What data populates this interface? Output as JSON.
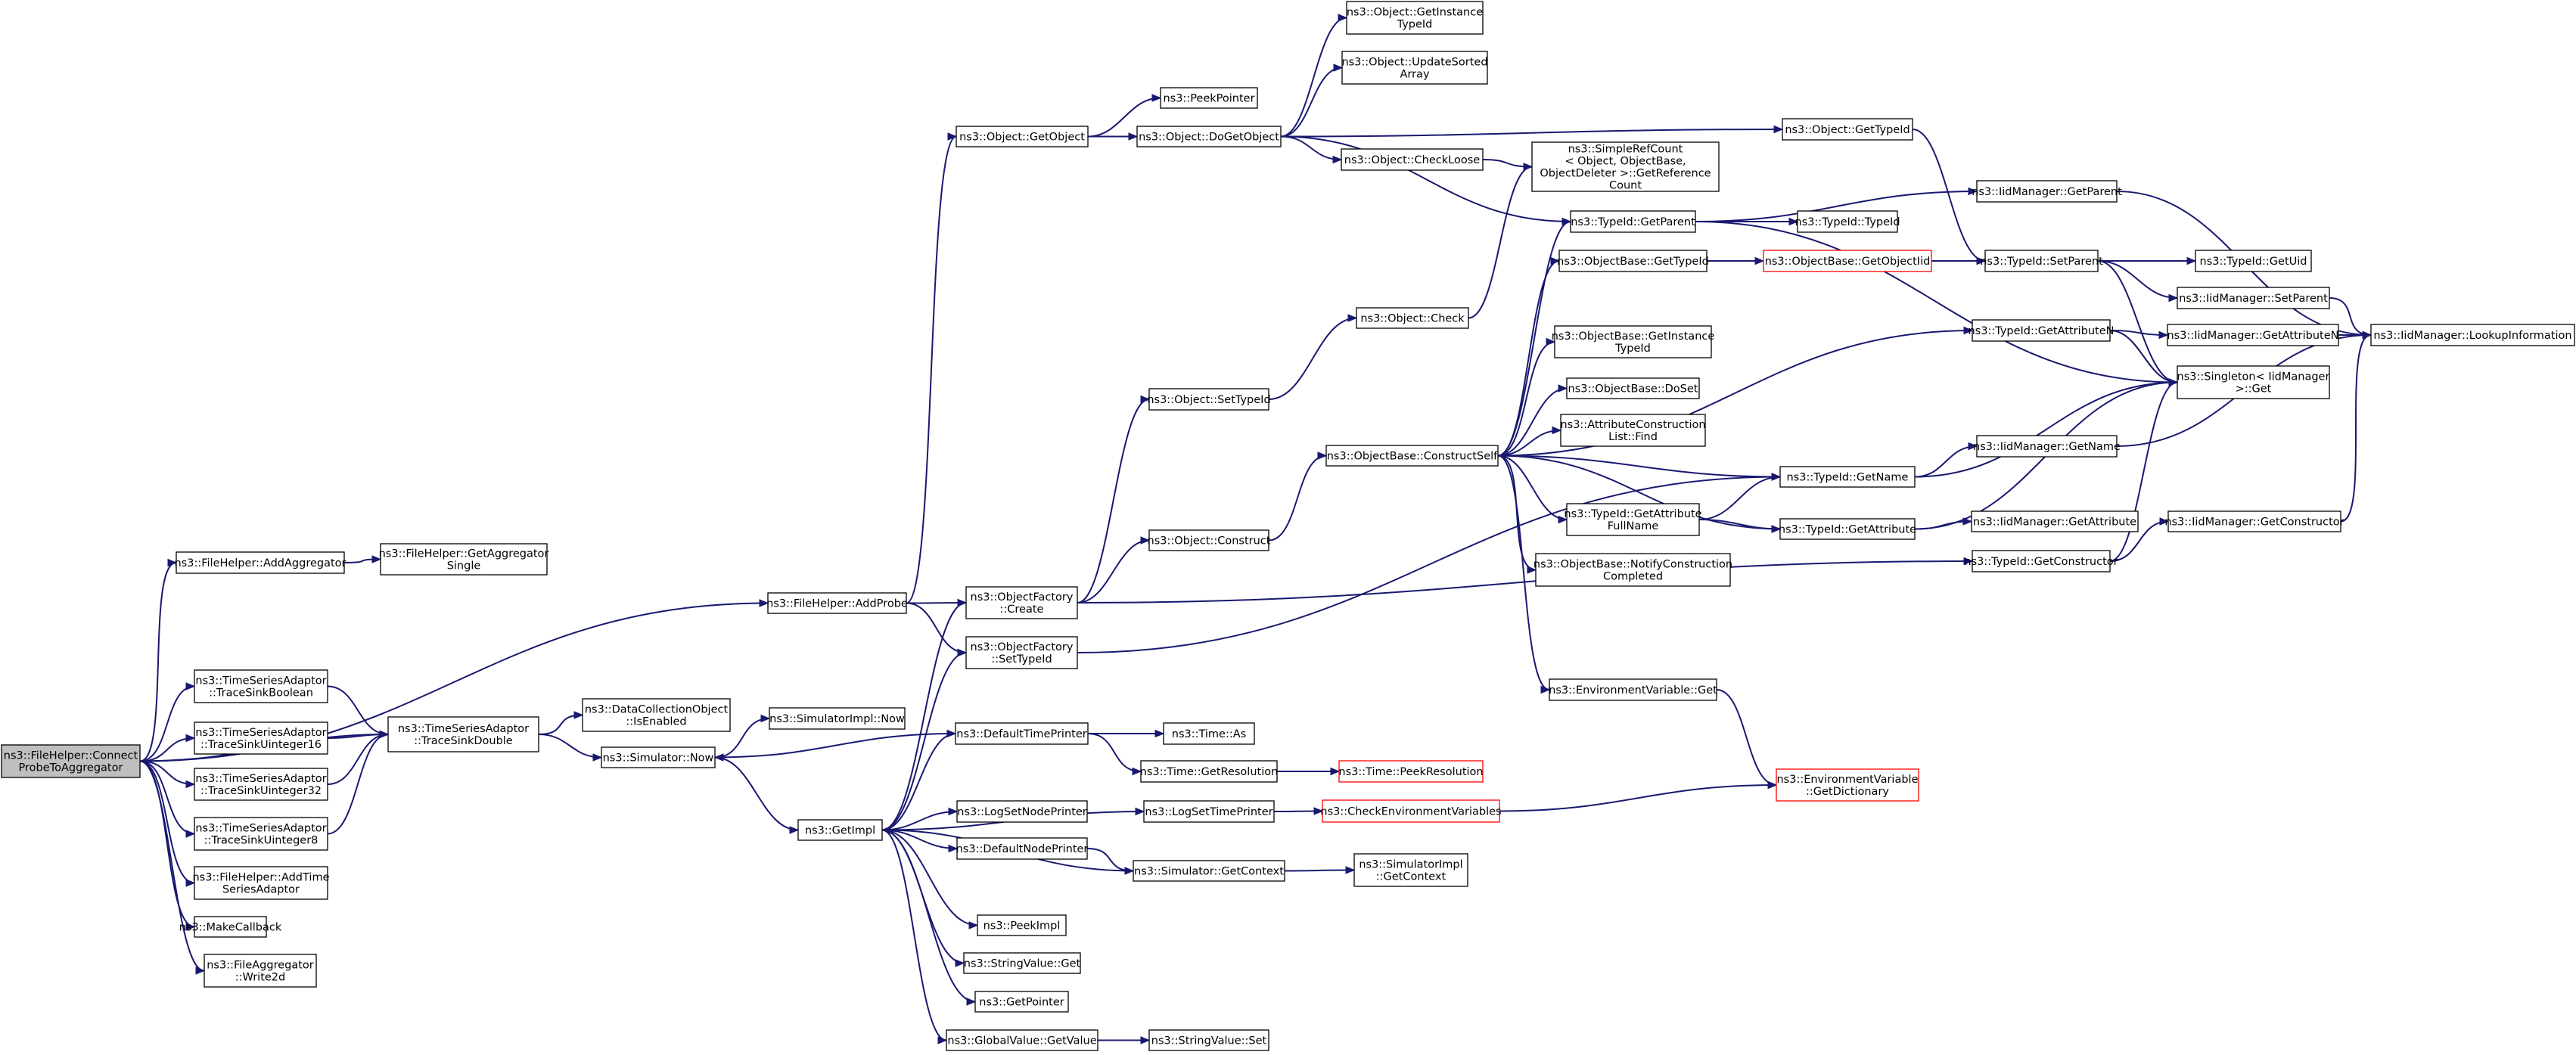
{
  "graph": {
    "colors": {
      "edge": "#191970",
      "node_border": "#000000",
      "node_fill": "#ffffff",
      "root_fill": "#bfbfbf",
      "truncated_border": "#ff0000"
    },
    "nodes": [
      {
        "id": "root",
        "lines": [
          "ns3::FileHelper::Connect",
          "ProbeToAggregator"
        ],
        "style": "root"
      },
      {
        "id": "addAggregator",
        "lines": [
          "ns3::FileHelper::AddAggregator"
        ]
      },
      {
        "id": "getAggSingle",
        "lines": [
          "ns3::FileHelper::GetAggregator",
          "Single"
        ]
      },
      {
        "id": "addProbe",
        "lines": [
          "ns3::FileHelper::AddProbe"
        ]
      },
      {
        "id": "tsaBool",
        "lines": [
          "ns3::TimeSeriesAdaptor",
          "::TraceSinkBoolean"
        ]
      },
      {
        "id": "tsaU16",
        "lines": [
          "ns3::TimeSeriesAdaptor",
          "::TraceSinkUinteger16"
        ]
      },
      {
        "id": "tsaU32",
        "lines": [
          "ns3::TimeSeriesAdaptor",
          "::TraceSinkUinteger32"
        ]
      },
      {
        "id": "tsaU8",
        "lines": [
          "ns3::TimeSeriesAdaptor",
          "::TraceSinkUinteger8"
        ]
      },
      {
        "id": "addTSA",
        "lines": [
          "ns3::FileHelper::AddTime",
          "SeriesAdaptor"
        ]
      },
      {
        "id": "makeCallback",
        "lines": [
          "ns3::MakeCallback"
        ]
      },
      {
        "id": "write2d",
        "lines": [
          "ns3::FileAggregator",
          "::Write2d"
        ]
      },
      {
        "id": "tsaDouble",
        "lines": [
          "ns3::TimeSeriesAdaptor",
          "::TraceSinkDouble"
        ]
      },
      {
        "id": "dcoIsEnabled",
        "lines": [
          "ns3::DataCollectionObject",
          "::IsEnabled"
        ]
      },
      {
        "id": "simNow",
        "lines": [
          "ns3::Simulator::Now"
        ]
      },
      {
        "id": "simImplNow",
        "lines": [
          "ns3::SimulatorImpl::Now"
        ]
      },
      {
        "id": "getImpl",
        "lines": [
          "ns3::GetImpl"
        ]
      },
      {
        "id": "objGetObject",
        "lines": [
          "ns3::Object::GetObject"
        ]
      },
      {
        "id": "ofCreate",
        "lines": [
          "ns3::ObjectFactory",
          "::Create"
        ]
      },
      {
        "id": "ofSetTypeId",
        "lines": [
          "ns3::ObjectFactory",
          "::SetTypeId"
        ]
      },
      {
        "id": "defTimePrinter",
        "lines": [
          "ns3::DefaultTimePrinter"
        ]
      },
      {
        "id": "logSetNodePrinter",
        "lines": [
          "ns3::LogSetNodePrinter"
        ]
      },
      {
        "id": "defNodePrinter",
        "lines": [
          "ns3::DefaultNodePrinter"
        ]
      },
      {
        "id": "peekImpl",
        "lines": [
          "ns3::PeekImpl"
        ]
      },
      {
        "id": "stringValueGet",
        "lines": [
          "ns3::StringValue::Get"
        ]
      },
      {
        "id": "getPointer",
        "lines": [
          "ns3::GetPointer"
        ]
      },
      {
        "id": "gvGetValue",
        "lines": [
          "ns3::GlobalValue::GetValue"
        ]
      },
      {
        "id": "peekPointer",
        "lines": [
          "ns3::PeekPointer"
        ]
      },
      {
        "id": "doGetObject",
        "lines": [
          "ns3::Object::DoGetObject"
        ]
      },
      {
        "id": "objSetTypeId",
        "lines": [
          "ns3::Object::SetTypeId"
        ]
      },
      {
        "id": "objConstruct",
        "lines": [
          "ns3::Object::Construct"
        ]
      },
      {
        "id": "timeAs",
        "lines": [
          "ns3::Time::As"
        ]
      },
      {
        "id": "timeGetRes",
        "lines": [
          "ns3::Time::GetResolution"
        ]
      },
      {
        "id": "logSetTimePrinter",
        "lines": [
          "ns3::LogSetTimePrinter"
        ]
      },
      {
        "id": "simGetContext",
        "lines": [
          "ns3::Simulator::GetContext"
        ]
      },
      {
        "id": "stringValueSet",
        "lines": [
          "ns3::StringValue::Set"
        ]
      },
      {
        "id": "objGetInstTypeId",
        "lines": [
          "ns3::Object::GetInstance",
          "TypeId"
        ]
      },
      {
        "id": "objUpdateSorted",
        "lines": [
          "ns3::Object::UpdateSorted",
          "Array"
        ]
      },
      {
        "id": "objCheckLoose",
        "lines": [
          "ns3::Object::CheckLoose"
        ]
      },
      {
        "id": "objCheck",
        "lines": [
          "ns3::Object::Check"
        ]
      },
      {
        "id": "obConstructSelf",
        "lines": [
          "ns3::ObjectBase::ConstructSelf"
        ]
      },
      {
        "id": "timePeekRes",
        "lines": [
          "ns3::Time::PeekResolution"
        ],
        "style": "truncated"
      },
      {
        "id": "checkEnvVars",
        "lines": [
          "ns3::CheckEnvironmentVariables"
        ],
        "style": "truncated"
      },
      {
        "id": "simImplGetContext",
        "lines": [
          "ns3::SimulatorImpl",
          "::GetContext"
        ]
      },
      {
        "id": "srcGetRefCount",
        "lines": [
          "ns3::SimpleRefCount",
          "< Object, ObjectBase,",
          "ObjectDeleter >::GetReference",
          "Count"
        ]
      },
      {
        "id": "tidGetParent",
        "lines": [
          "ns3::TypeId::GetParent"
        ]
      },
      {
        "id": "obGetTypeId",
        "lines": [
          "ns3::ObjectBase::GetTypeId"
        ]
      },
      {
        "id": "obGetInstTypeId",
        "lines": [
          "ns3::ObjectBase::GetInstance",
          "TypeId"
        ]
      },
      {
        "id": "obDoSet",
        "lines": [
          "ns3::ObjectBase::DoSet"
        ]
      },
      {
        "id": "aclFind",
        "lines": [
          "ns3::AttributeConstruction",
          "List::Find"
        ]
      },
      {
        "id": "tidGetAttrFullName",
        "lines": [
          "ns3::TypeId::GetAttribute",
          "FullName"
        ]
      },
      {
        "id": "obNotifyCC",
        "lines": [
          "ns3::ObjectBase::NotifyConstruction",
          "Completed"
        ]
      },
      {
        "id": "envVarGet",
        "lines": [
          "ns3::EnvironmentVariable::Get"
        ]
      },
      {
        "id": "objGetTypeId",
        "lines": [
          "ns3::Object::GetTypeId"
        ]
      },
      {
        "id": "tidTypeId",
        "lines": [
          "ns3::TypeId::TypeId"
        ]
      },
      {
        "id": "obGetObjectIid",
        "lines": [
          "ns3::ObjectBase::GetObjectIid"
        ],
        "style": "truncated"
      },
      {
        "id": "tidGetAttributeN",
        "lines": [
          "ns3::TypeId::GetAttributeN"
        ]
      },
      {
        "id": "tidGetName",
        "lines": [
          "ns3::TypeId::GetName"
        ]
      },
      {
        "id": "tidGetAttribute",
        "lines": [
          "ns3::TypeId::GetAttribute"
        ]
      },
      {
        "id": "tidGetConstructor",
        "lines": [
          "ns3::TypeId::GetConstructor"
        ]
      },
      {
        "id": "envGetDictionary",
        "lines": [
          "ns3::EnvironmentVariable",
          "::GetDictionary"
        ],
        "style": "truncated"
      },
      {
        "id": "iidGetParent",
        "lines": [
          "ns3::IidManager::GetParent"
        ]
      },
      {
        "id": "tidSetParent",
        "lines": [
          "ns3::TypeId::SetParent"
        ]
      },
      {
        "id": "iidGetName",
        "lines": [
          "ns3::IidManager::GetName"
        ]
      },
      {
        "id": "tidGetUid",
        "lines": [
          "ns3::TypeId::GetUid"
        ]
      },
      {
        "id": "iidSetParent",
        "lines": [
          "ns3::IidManager::SetParent"
        ]
      },
      {
        "id": "iidGetAttributeN",
        "lines": [
          "ns3::IidManager::GetAttributeN"
        ]
      },
      {
        "id": "singletonGet",
        "lines": [
          "ns3::Singleton< IidManager",
          " >::Get"
        ]
      },
      {
        "id": "iidGetAttribute",
        "lines": [
          "ns3::IidManager::GetAttribute"
        ]
      },
      {
        "id": "iidGetConstructor",
        "lines": [
          "ns3::IidManager::GetConstructor"
        ]
      },
      {
        "id": "iidLookupInfo",
        "lines": [
          "ns3::IidManager::LookupInformation"
        ]
      }
    ]
  }
}
